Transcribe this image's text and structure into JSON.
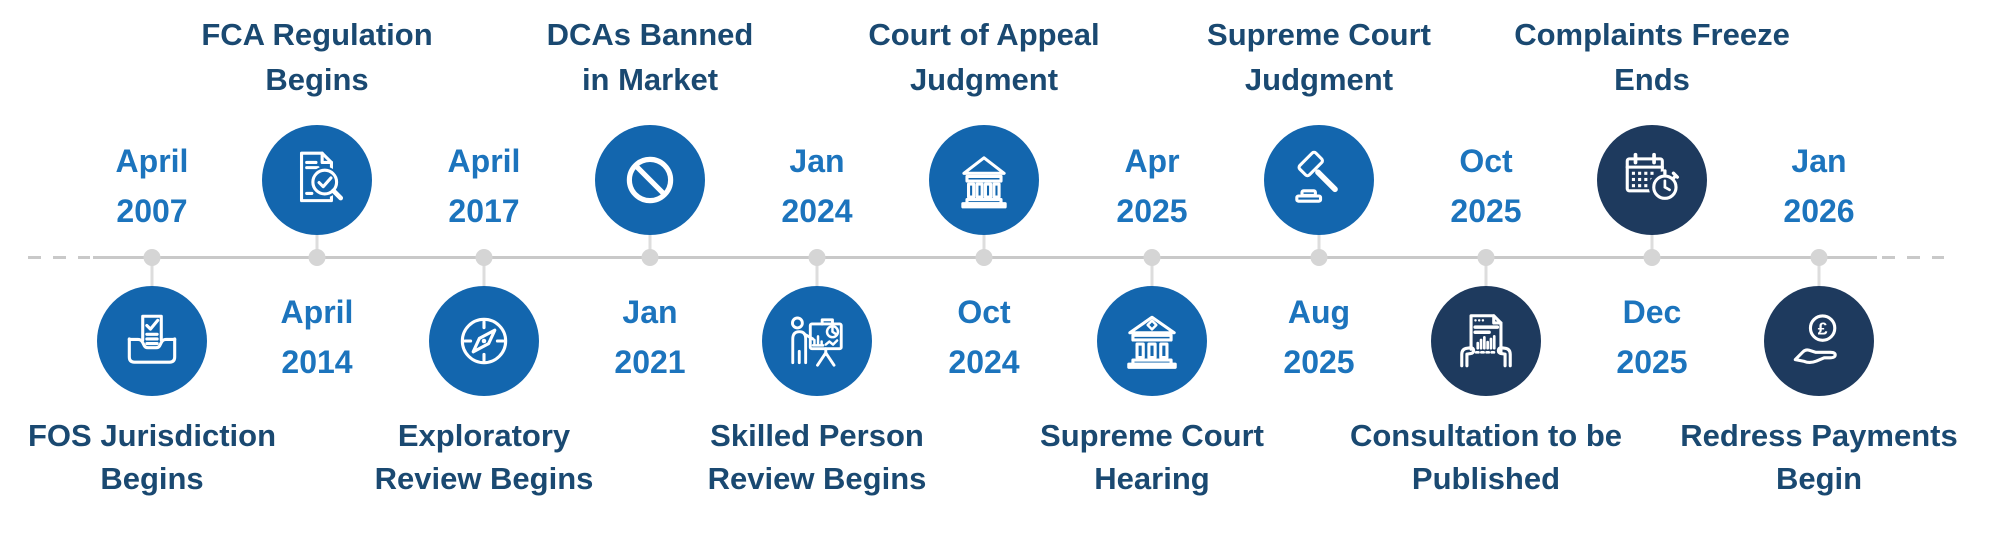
{
  "palette": {
    "icon_blue": "#1366AE",
    "icon_navy": "#1E3A5E",
    "title_text": "#1A4971",
    "date_text": "#1C74BD",
    "line_gray": "#C9C9C9",
    "dot_gray": "#D5D5D5",
    "stub_gray": "#DDDDDD",
    "icon_stroke": "#FFFFFF"
  },
  "timeline": {
    "description": "Horizontal timeline with alternating events above and below the line",
    "events": [
      {
        "date": "April\n2007",
        "label": "FOS Jurisdiction\nBegins",
        "icon": "inbox-document-icon",
        "side": "below",
        "circle": "blue"
      },
      {
        "title": "FCA Regulation\nBegins",
        "date": "April\n2014",
        "icon": "document-review-icon",
        "side": "above",
        "circle": "blue"
      },
      {
        "date": "April\n2017",
        "label": "Exploratory\nReview Begins",
        "icon": "compass-icon",
        "side": "below",
        "circle": "blue"
      },
      {
        "title": "DCAs Banned\nin Market",
        "date": "Jan\n2021",
        "icon": "ban-icon",
        "side": "above",
        "circle": "blue"
      },
      {
        "date": "Jan\n2024",
        "label": "Skilled Person\nReview Begins",
        "icon": "presentation-icon",
        "side": "below",
        "circle": "blue"
      },
      {
        "title": "Court of Appeal\nJudgment",
        "date": "Oct\n2024",
        "icon": "courthouse-icon",
        "side": "above",
        "circle": "blue"
      },
      {
        "date": "Apr\n2025",
        "label": "Supreme Court\nHearing",
        "icon": "courthouse-columns-icon",
        "side": "below",
        "circle": "blue"
      },
      {
        "title": "Supreme Court\nJudgment",
        "date": "Aug\n2025",
        "icon": "gavel-icon",
        "side": "above",
        "circle": "blue"
      },
      {
        "date": "Oct\n2025",
        "label": "Consultation to be\nPublished",
        "icon": "report-hands-icon",
        "side": "below",
        "circle": "navy"
      },
      {
        "title": "Complaints Freeze\nEnds",
        "date": "Dec\n2025",
        "icon": "calendar-stopwatch-icon",
        "side": "above",
        "circle": "navy"
      },
      {
        "date": "Jan\n2026",
        "label": "Redress Payments\nBegin",
        "icon": "pound-hand-icon",
        "side": "below",
        "circle": "navy"
      }
    ]
  }
}
